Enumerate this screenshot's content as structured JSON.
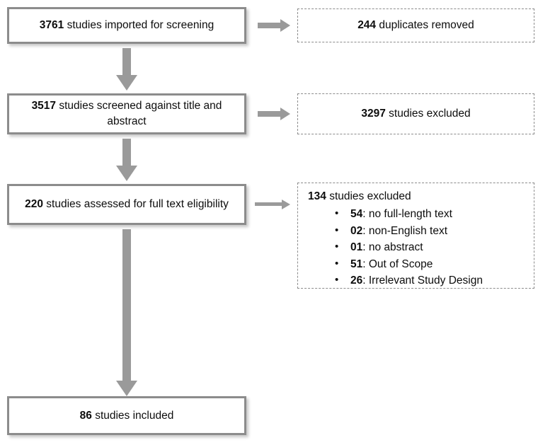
{
  "diagram": {
    "type": "prisma-flow-diagram",
    "title": "",
    "accent_color": "#9a9a9a",
    "box_border_color": "#8c8c8c",
    "text_color": "#0d0d0d"
  },
  "stages": [
    {
      "id": "imported",
      "count": "3761",
      "label": "studies imported for screening"
    },
    {
      "id": "screened",
      "count": "3517",
      "label": "studies screened against title and abstract"
    },
    {
      "id": "assessed",
      "count": "220",
      "label": "studies assessed for full text eligibility"
    },
    {
      "id": "included",
      "count": "86",
      "label": "studies included"
    }
  ],
  "exclusions": [
    {
      "id": "duplicates",
      "count": "244",
      "label": "duplicates removed"
    },
    {
      "id": "title-abstract-excluded",
      "count": "3297",
      "label": "studies excluded"
    },
    {
      "id": "full-text-excluded",
      "count": "134",
      "label": "studies excluded",
      "reasons": [
        {
          "count": "54",
          "label": "no full-length text"
        },
        {
          "count": "02",
          "label": "non-English text"
        },
        {
          "count": "01",
          "label": "no abstract"
        },
        {
          "count": "51",
          "label": "Out of Scope"
        },
        {
          "count": "26",
          "label": "Irrelevant Study Design"
        }
      ]
    }
  ],
  "bullet_glyph": "•"
}
